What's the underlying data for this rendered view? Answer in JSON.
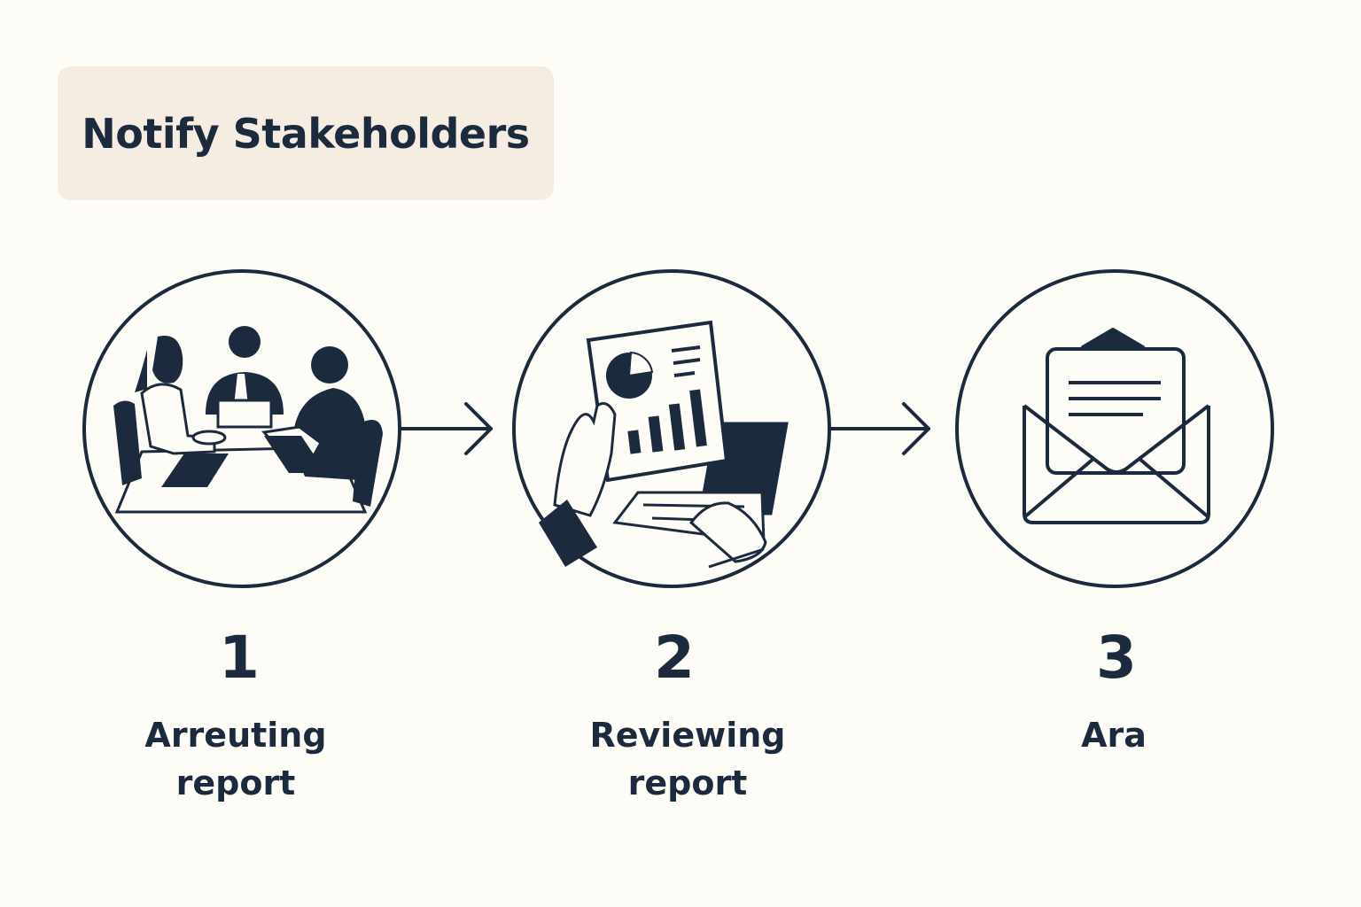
{
  "header": {
    "title": "Notify Stakeholders"
  },
  "steps": [
    {
      "number": "1",
      "label_line1": "Arreuting",
      "label_line2": "report",
      "icon": "team-meeting-icon"
    },
    {
      "number": "2",
      "label_line1": "Reviewing",
      "label_line2": "report",
      "icon": "report-review-icon"
    },
    {
      "number": "3",
      "label_line1": "Ara",
      "label_line2": "",
      "icon": "envelope-icon"
    }
  ],
  "colors": {
    "background": "#fdfcf7",
    "title_box": "#f5ede2",
    "ink": "#1c2a3d"
  }
}
